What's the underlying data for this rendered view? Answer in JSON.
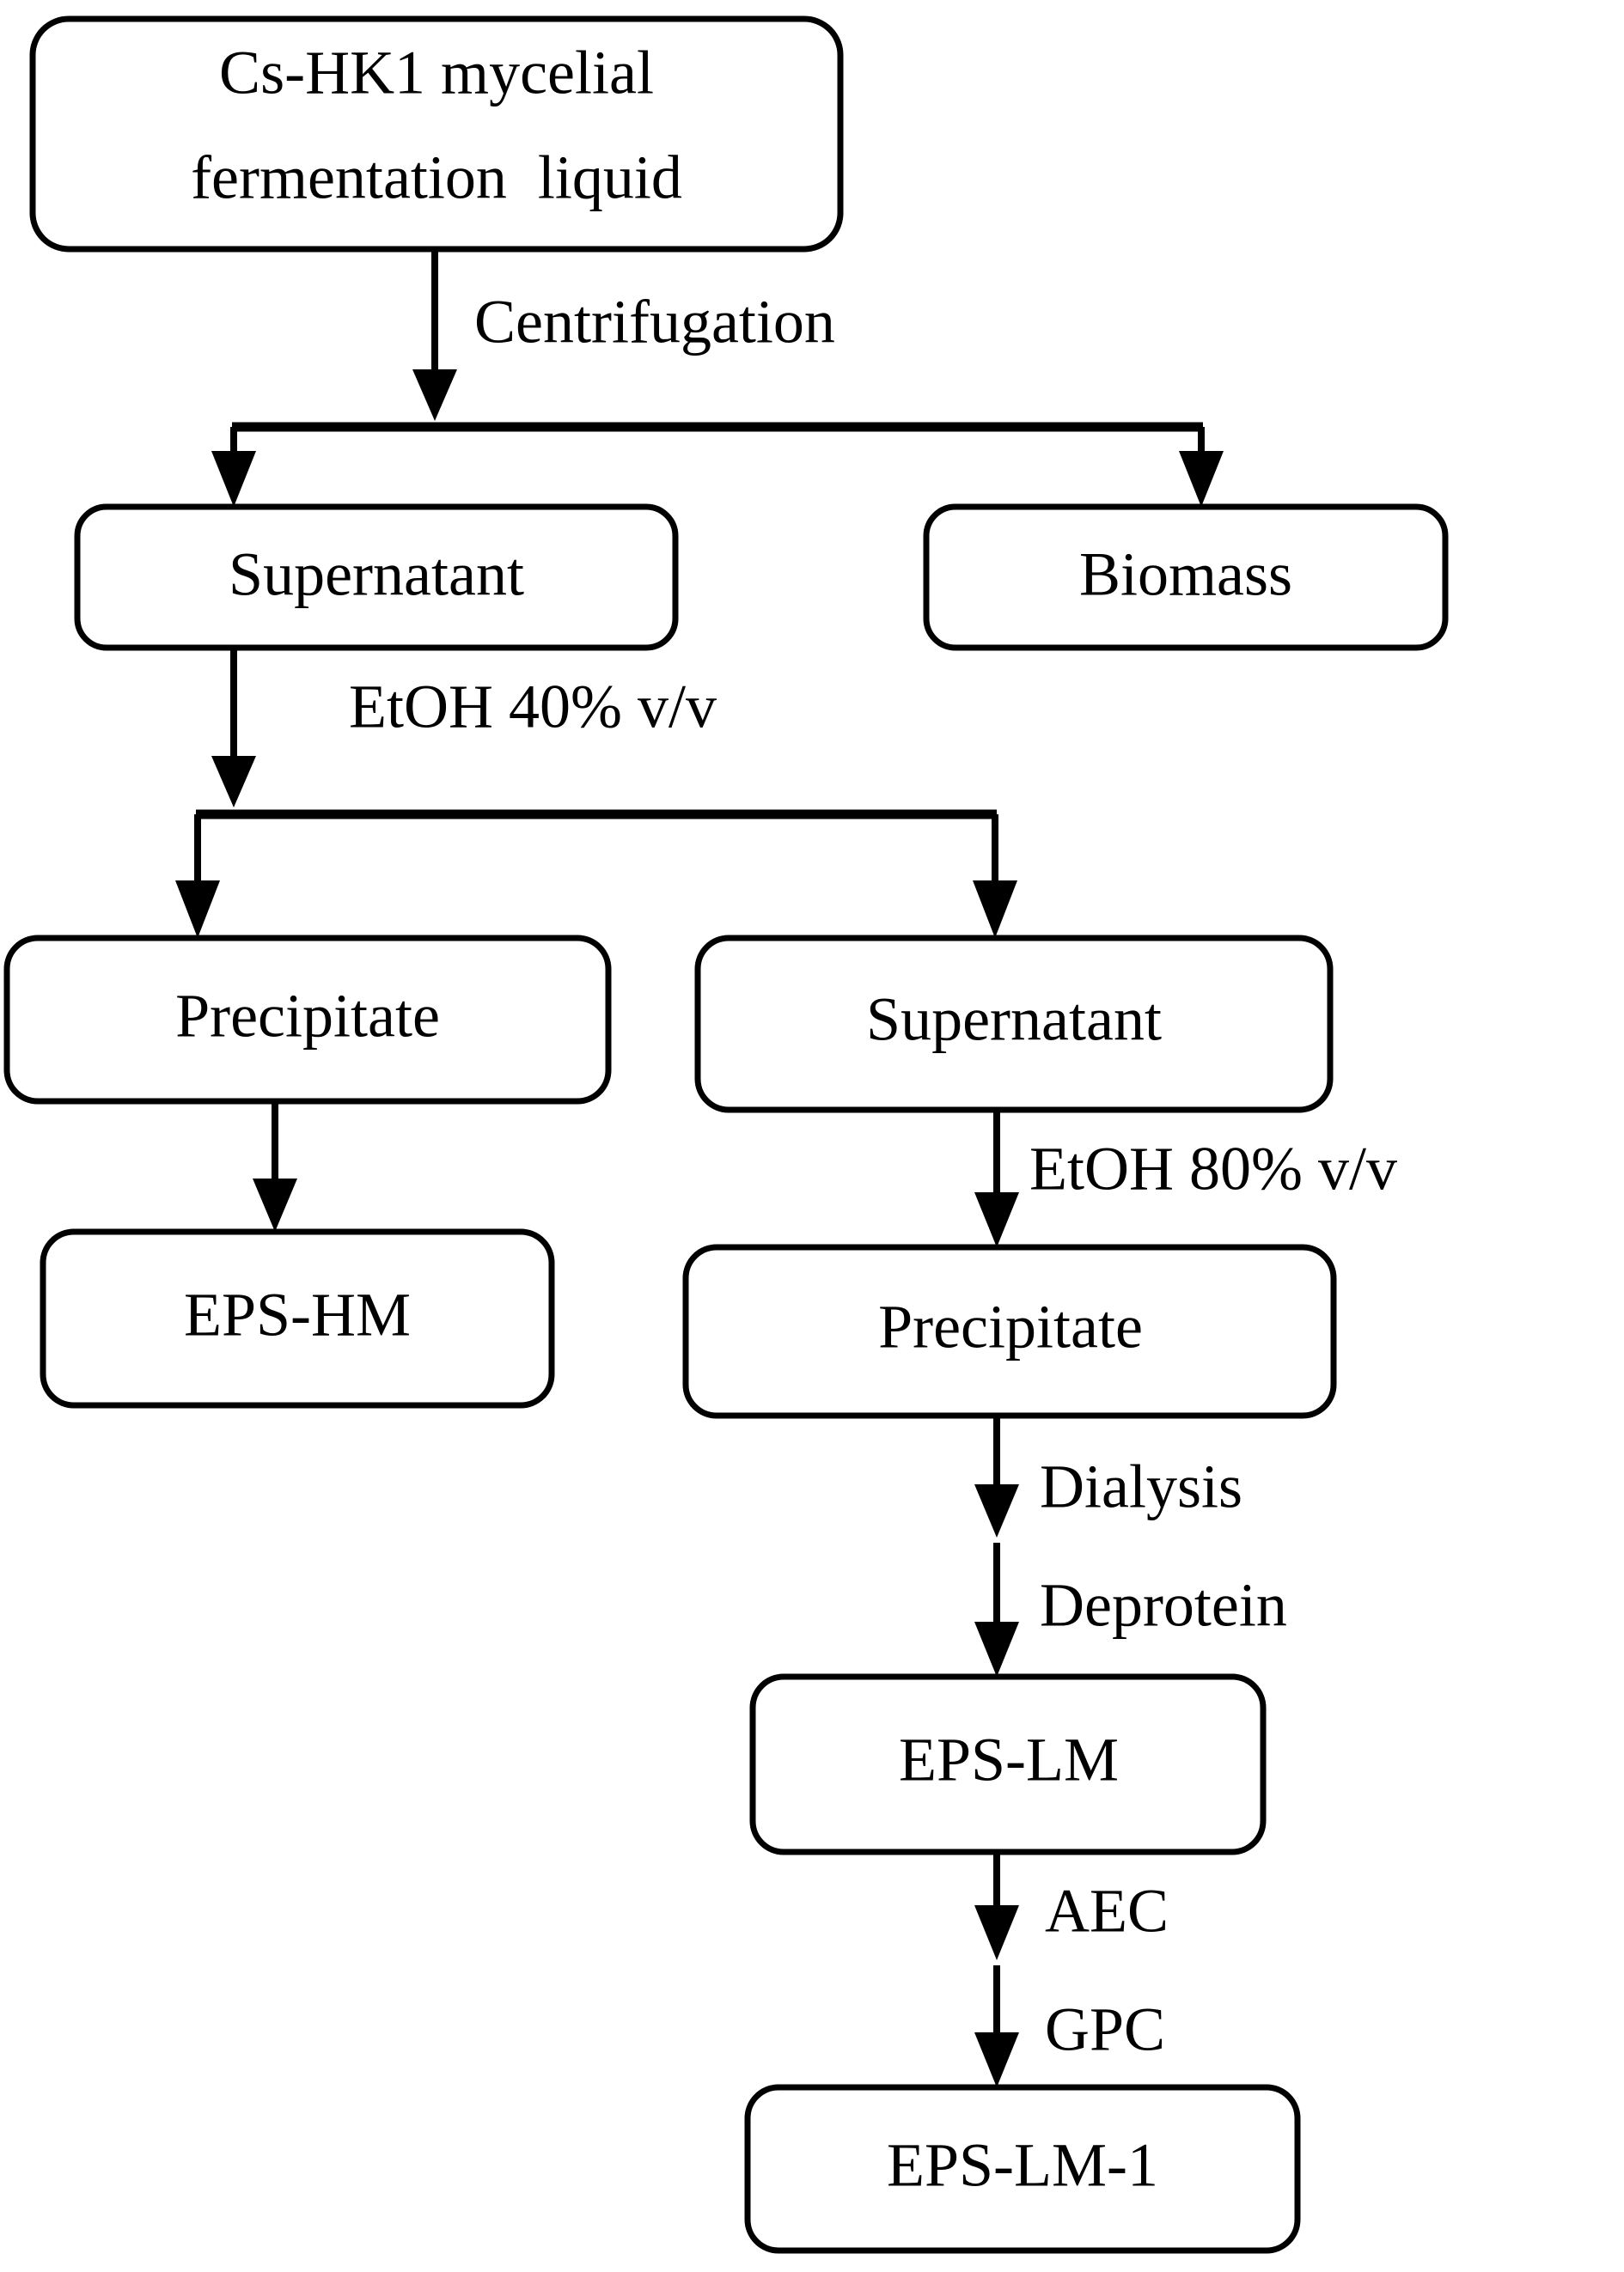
{
  "diagram": {
    "title_present": false,
    "background_color": "#ffffff",
    "line_color": "#000000",
    "type": "flowchart",
    "nodes": [
      {
        "id": "n1",
        "label_line1": "Cs-HK1 mycelial",
        "label_line2": "fermentation  liquid",
        "shape": "rounded-rectangle"
      },
      {
        "id": "n2",
        "label": "Supernatant",
        "shape": "rounded-rectangle"
      },
      {
        "id": "n3",
        "label": "Biomass",
        "shape": "rounded-rectangle"
      },
      {
        "id": "n4",
        "label": "Precipitate",
        "shape": "rounded-rectangle"
      },
      {
        "id": "n5",
        "label": "Supernatant",
        "shape": "rounded-rectangle"
      },
      {
        "id": "n6",
        "label": "EPS-HM",
        "shape": "rounded-rectangle"
      },
      {
        "id": "n7",
        "label": "Precipitate",
        "shape": "rounded-rectangle"
      },
      {
        "id": "n8",
        "label": "EPS-LM",
        "shape": "rounded-rectangle"
      },
      {
        "id": "n9",
        "label": "EPS-LM-1",
        "shape": "rounded-rectangle"
      }
    ],
    "edge_labels": [
      {
        "id": "e1",
        "text": "Centrifugation",
        "from": "n1",
        "to": "n2,n3"
      },
      {
        "id": "e2",
        "text": "EtOH 40% v/v",
        "from": "n2",
        "to": "n4,n5"
      },
      {
        "id": "e3",
        "text": "EtOH 80% v/v",
        "from": "n5",
        "to": "n7"
      },
      {
        "id": "e4",
        "text": "Dialysis",
        "from": "n7",
        "to": "n8"
      },
      {
        "id": "e5",
        "text": "Deprotein",
        "from": "n7",
        "to": "n8"
      },
      {
        "id": "e6",
        "text": "AEC",
        "from": "n8",
        "to": "n9"
      },
      {
        "id": "e7",
        "text": "GPC",
        "from": "n8",
        "to": "n9"
      }
    ]
  }
}
